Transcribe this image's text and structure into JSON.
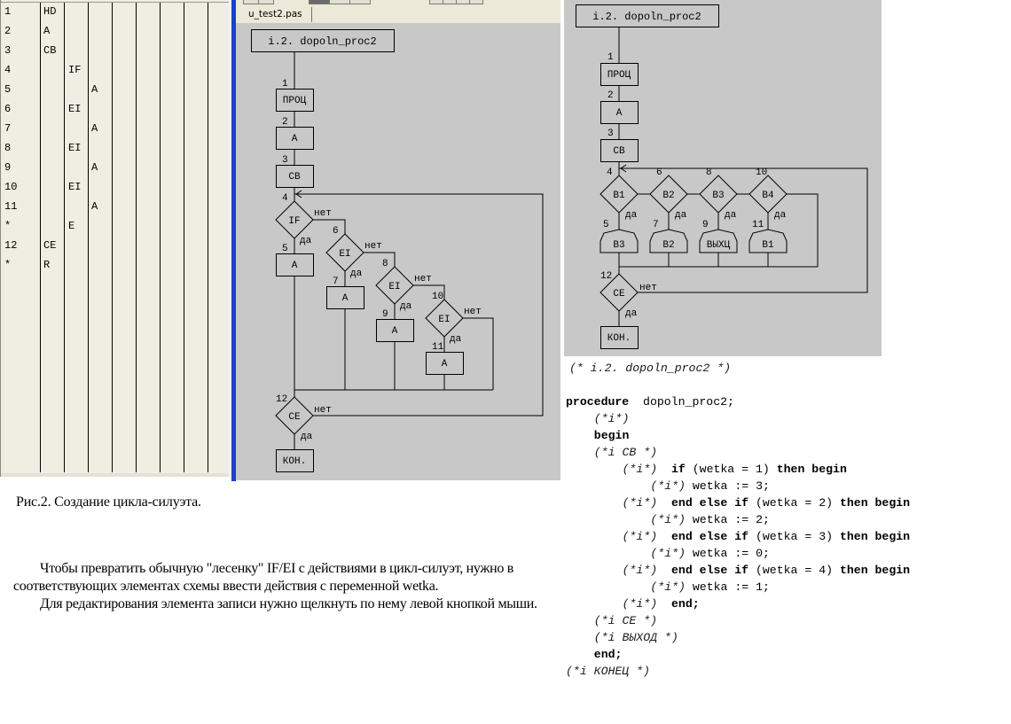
{
  "table_panel": {
    "rows": [
      {
        "num": "1",
        "col1": "HD",
        "col2": "",
        "col3": ""
      },
      {
        "num": "2",
        "col1": "A",
        "col2": "",
        "col3": ""
      },
      {
        "num": "3",
        "col1": "CB",
        "col2": "",
        "col3": ""
      },
      {
        "num": "4",
        "col1": "",
        "col2": "IF",
        "col3": ""
      },
      {
        "num": "5",
        "col1": "",
        "col2": "",
        "col3": "A"
      },
      {
        "num": "6",
        "col1": "",
        "col2": "EI",
        "col3": ""
      },
      {
        "num": "7",
        "col1": "",
        "col2": "",
        "col3": "A"
      },
      {
        "num": "8",
        "col1": "",
        "col2": "EI",
        "col3": ""
      },
      {
        "num": "9",
        "col1": "",
        "col2": "",
        "col3": "A"
      },
      {
        "num": "10",
        "col1": "",
        "col2": "EI",
        "col3": ""
      },
      {
        "num": "11",
        "col1": "",
        "col2": "",
        "col3": "A"
      },
      {
        "num": "*",
        "col1": "",
        "col2": "E",
        "col3": ""
      },
      {
        "num": "12",
        "col1": "CE",
        "col2": "",
        "col3": ""
      },
      {
        "num": "*",
        "col1": "R",
        "col2": "",
        "col3": ""
      }
    ]
  },
  "editor": {
    "file_tab": "u_test2.pas"
  },
  "diagram_left": {
    "title": "i.2. dopoln_proc2",
    "labels": {
      "yes": "да",
      "no": "нет"
    },
    "nodes": [
      {
        "num": "1",
        "text": "ПРОЦ"
      },
      {
        "num": "2",
        "text": "A"
      },
      {
        "num": "3",
        "text": "CB"
      },
      {
        "num": "4",
        "text": "IF"
      },
      {
        "num": "5",
        "text": "A"
      },
      {
        "num": "6",
        "text": "EI"
      },
      {
        "num": "7",
        "text": "A"
      },
      {
        "num": "8",
        "text": "EI"
      },
      {
        "num": "9",
        "text": "A"
      },
      {
        "num": "10",
        "text": "EI"
      },
      {
        "num": "11",
        "text": "A"
      },
      {
        "num": "12",
        "text": "CE"
      },
      {
        "num": "",
        "text": "КОН."
      }
    ]
  },
  "diagram_right": {
    "title": "i.2. dopoln_proc2",
    "labels": {
      "yes": "да",
      "no": "нет"
    },
    "nodes": [
      {
        "num": "1",
        "text": "ПРОЦ"
      },
      {
        "num": "2",
        "text": "A"
      },
      {
        "num": "3",
        "text": "CB"
      },
      {
        "num": "4",
        "text": "B1"
      },
      {
        "num": "5",
        "text": "B3"
      },
      {
        "num": "6",
        "text": "B2"
      },
      {
        "num": "7",
        "text": "B2"
      },
      {
        "num": "8",
        "text": "B3"
      },
      {
        "num": "9",
        "text": "ВЫХЦ"
      },
      {
        "num": "10",
        "text": "B4"
      },
      {
        "num": "11",
        "text": "B1"
      },
      {
        "num": "12",
        "text": "CE"
      },
      {
        "num": "",
        "text": "КОН."
      }
    ]
  },
  "caption": "Рис.2. Создание цикла-силуэта.",
  "paragraphs": [
    "Чтобы превратить обычную \"лесенку\" IF/EI с действиями в цикл-силуэт, нужно в соответствующих элементах схемы ввести действия с переменной wetka.",
    "Для редактирования элемента записи нужно щелкнуть по нему левой кнопкой мыши."
  ],
  "code": {
    "header_comment": "(* i.2. dopoln_proc2 *)",
    "lines": [
      {
        "indent": 0,
        "parts": [
          [
            "kw",
            "procedure"
          ],
          [
            "tx",
            "  dopoln_proc2;"
          ]
        ]
      },
      {
        "indent": 4,
        "parts": [
          [
            "cm",
            "(*i*)"
          ]
        ]
      },
      {
        "indent": 4,
        "parts": [
          [
            "kw",
            "begin"
          ]
        ]
      },
      {
        "indent": 4,
        "parts": [
          [
            "cm",
            "(*i CB *)"
          ]
        ]
      },
      {
        "indent": 8,
        "parts": [
          [
            "cm",
            "(*i*)"
          ],
          [
            "tx",
            "  "
          ],
          [
            "kw",
            "if"
          ],
          [
            "tx",
            " (wetka = 1) "
          ],
          [
            "kw",
            "then begin"
          ]
        ]
      },
      {
        "indent": 12,
        "parts": [
          [
            "cm",
            "(*i*)"
          ],
          [
            "tx",
            " wetka := 3;"
          ]
        ]
      },
      {
        "indent": 8,
        "parts": [
          [
            "cm",
            "(*i*)"
          ],
          [
            "tx",
            "  "
          ],
          [
            "kw",
            "end else if"
          ],
          [
            "tx",
            " (wetka = 2) "
          ],
          [
            "kw",
            "then begin"
          ]
        ]
      },
      {
        "indent": 12,
        "parts": [
          [
            "cm",
            "(*i*)"
          ],
          [
            "tx",
            " wetka := 2;"
          ]
        ]
      },
      {
        "indent": 8,
        "parts": [
          [
            "cm",
            "(*i*)"
          ],
          [
            "tx",
            "  "
          ],
          [
            "kw",
            "end else if"
          ],
          [
            "tx",
            " (wetka = 3) "
          ],
          [
            "kw",
            "then begin"
          ]
        ]
      },
      {
        "indent": 12,
        "parts": [
          [
            "cm",
            "(*i*)"
          ],
          [
            "tx",
            " wetka := 0;"
          ]
        ]
      },
      {
        "indent": 8,
        "parts": [
          [
            "cm",
            "(*i*)"
          ],
          [
            "tx",
            "  "
          ],
          [
            "kw",
            "end else if"
          ],
          [
            "tx",
            " (wetka = 4) "
          ],
          [
            "kw",
            "then begin"
          ]
        ]
      },
      {
        "indent": 12,
        "parts": [
          [
            "cm",
            "(*i*)"
          ],
          [
            "tx",
            " wetka := 1;"
          ]
        ]
      },
      {
        "indent": 8,
        "parts": [
          [
            "cm",
            "(*i*)"
          ],
          [
            "tx",
            "  "
          ],
          [
            "kw",
            "end;"
          ]
        ]
      },
      {
        "indent": 4,
        "parts": [
          [
            "cm",
            "(*i CE *)"
          ]
        ]
      },
      {
        "indent": 4,
        "parts": [
          [
            "cm",
            "(*i ВЫХОД *)"
          ]
        ]
      },
      {
        "indent": 4,
        "parts": [
          [
            "kw",
            "end;"
          ]
        ]
      },
      {
        "indent": 0,
        "parts": [
          [
            "cm",
            "(*i КОНЕЦ *)"
          ]
        ]
      }
    ]
  }
}
